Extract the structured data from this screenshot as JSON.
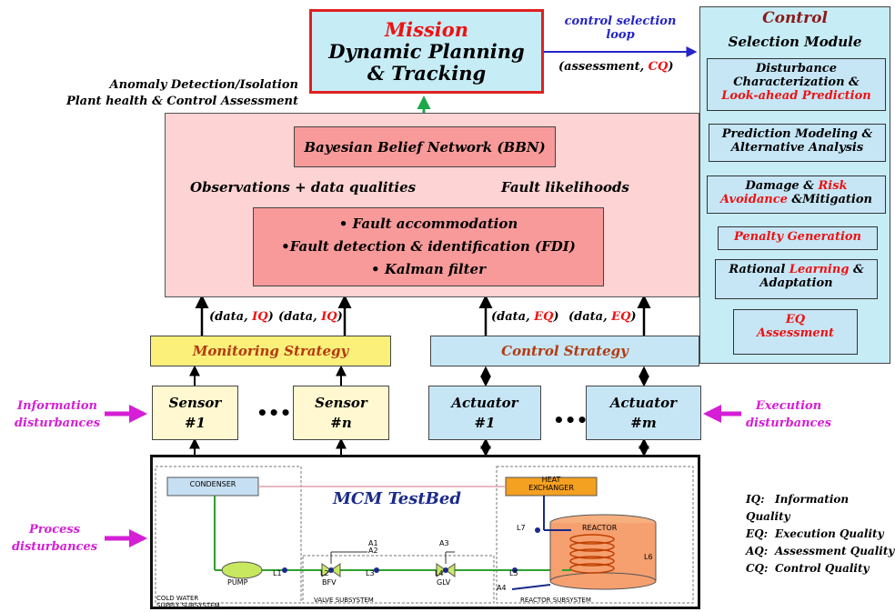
{
  "mission": {
    "title": "Mission",
    "line1": "Dynamic Planning",
    "line2": "& Tracking"
  },
  "loop": {
    "line1": "control selection",
    "line2": "loop",
    "assess_prefix": "(assessment, ",
    "assess_cq": "CQ",
    "assess_suffix": ")"
  },
  "anomaly": {
    "line1": "Anomaly Detection/Isolation",
    "line2": "Plant health & Control Assessment"
  },
  "bbn": {
    "label": "Bayesian Belief Network (BBN)"
  },
  "obs_label": "Observations + data qualities",
  "fault_likelihoods": "Fault likelihoods",
  "fdi": {
    "line1": "• Fault accommodation",
    "line2": "•Fault detection & identification (FDI)",
    "line3": "• Kalman filter"
  },
  "data_labels": {
    "iq1_prefix": "(data, ",
    "iq1_val": "IQ",
    "iq1_suffix": ")",
    "iq2_prefix": "(data, ",
    "iq2_val": "IQ",
    "iq2_suffix": ")",
    "eq1_prefix": "(data, ",
    "eq1_val": "EQ",
    "eq1_suffix": ")",
    "eq2_prefix": "(data, ",
    "eq2_val": "EQ",
    "eq2_suffix": ")"
  },
  "monitoring_strategy": "Monitoring Strategy",
  "control_strategy": "Control Strategy",
  "sensors": [
    {
      "name": "Sensor",
      "id": "#1"
    },
    {
      "name": "Sensor",
      "id": "#n"
    }
  ],
  "actuators": [
    {
      "name": "Actuator",
      "id": "#1"
    },
    {
      "name": "Actuator",
      "id": "#m"
    }
  ],
  "ellipsis": "•••",
  "disturbances": {
    "info_line1": "Information",
    "info_line2": "disturbances",
    "exec_line1": "Execution",
    "exec_line2": "disturbances",
    "proc_line1": "Process",
    "proc_line2": "disturbances"
  },
  "control_module": {
    "title": "Control",
    "subtitle": "Selection Module",
    "items": [
      {
        "black": "Disturbance Characterization &",
        "red": "Look-ahead Prediction"
      },
      {
        "black": "Prediction Modeling & Alternative Analysis",
        "red": ""
      },
      {
        "black1": "Damage & ",
        "red1": "Risk",
        "red2": "Avoidance",
        "black2": " &Mitigation"
      },
      {
        "red": "Penalty Generation"
      },
      {
        "black1": "Rational ",
        "red1": "Learning",
        "black2": " &",
        "black3": "Adaptation"
      },
      {
        "red1": "EQ",
        "red2": "Assessment"
      }
    ]
  },
  "testbed": {
    "title": "MCM TestBed",
    "condenser": "CONDENSER",
    "heat_exchanger_1": "HEAT",
    "heat_exchanger_2": "EXCHANGER",
    "reactor": "REACTOR",
    "pump": "PUMP",
    "bfv": "BFV",
    "glv": "GLV",
    "levels": [
      "L1",
      "L2",
      "L3",
      "L4",
      "L5",
      "L6",
      "L7"
    ],
    "a_labels": [
      "A1",
      "A2",
      "A3",
      "A4"
    ],
    "subsys_cold_1": "COLD WATER",
    "subsys_cold_2": "SUPPLY SUBSYSTEM",
    "subsys_valve": "VALVE  SUBSYSTEM",
    "subsys_reactor": "REACTOR SUBSYSTEM"
  },
  "legend": [
    {
      "key": "IQ:",
      "desc": "Information Quality"
    },
    {
      "key": "EQ:",
      "desc": "Execution Quality"
    },
    {
      "key": "AQ:",
      "desc": "Assessment Quality"
    },
    {
      "key": "CQ:",
      "desc": "Control Quality"
    }
  ],
  "colors": {
    "mission_bg": "#c6ecf6",
    "mission_border": "#e02020",
    "pink_big": "#fdd3d3",
    "pink_mid": "#f89a9a",
    "yellow": "#fbf07a",
    "lightblue": "#c6e6f6",
    "cream": "#fff8d0",
    "magenta": "#d51ed5",
    "blue_arrow": "#2424c8",
    "green": "#1aa84a"
  }
}
